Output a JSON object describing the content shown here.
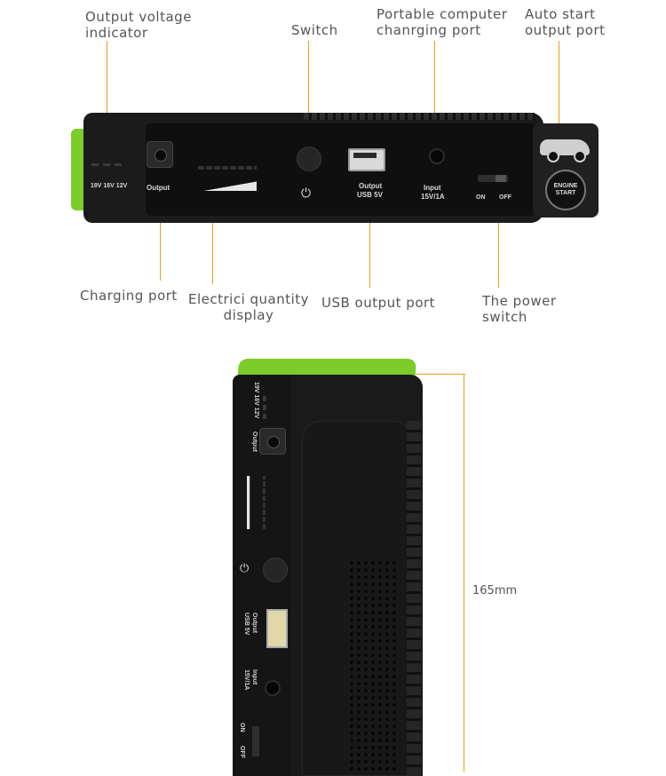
{
  "labels": {
    "output_voltage_indicator": "Output voltage\nindicator",
    "switch": "Switch",
    "portable_computer_port": "Portable computer\nchanrging port",
    "auto_start_output_port": "Auto start\noutput port",
    "charging_port": "Charging port",
    "electric_quantity_display": "Electrici quantity\ndisplay",
    "usb_output_port": "USB output port",
    "power_switch": "The power\nswitch"
  },
  "device_print": {
    "voltages": "19V 16V 12V",
    "output": "Output",
    "usb_output": "Output",
    "usb_5v": "USB 5V",
    "input": "Input",
    "input_spec": "15V/1A",
    "on": "ON",
    "off": "OFF",
    "engine_start": "ENGINE START"
  },
  "dimension": "165mm",
  "colors": {
    "accent": "#f39c12",
    "device_green": "#7ccc2a",
    "device_body": "#1b1b1b"
  }
}
